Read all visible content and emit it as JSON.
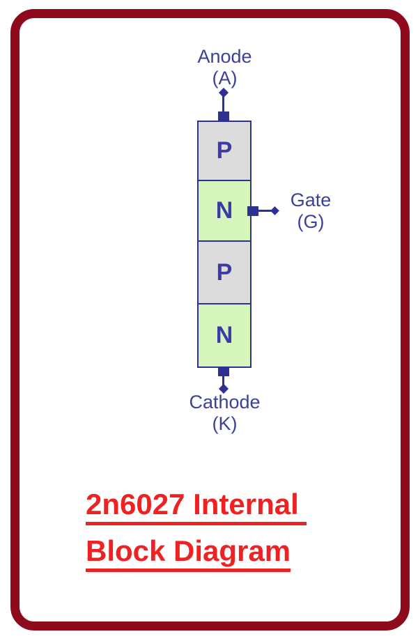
{
  "title": {
    "line1": "2n6027 Internal ",
    "line2": "Block Diagram"
  },
  "diagram": {
    "terminals": {
      "anode": {
        "label": "Anode",
        "symbol": "(A)"
      },
      "gate": {
        "label": "Gate",
        "symbol": "(G)"
      },
      "cathode": {
        "label": "Cathode",
        "symbol": "(K)"
      }
    },
    "layers": [
      {
        "label": "P",
        "type": "p"
      },
      {
        "label": "N",
        "type": "n"
      },
      {
        "label": "P",
        "type": "p"
      },
      {
        "label": "N",
        "type": "n"
      }
    ]
  },
  "colors": {
    "frame-red": "#8e0b1d",
    "title-red": "#ee2222",
    "navy": "#2e3192",
    "letter-blue": "#3b3ba6",
    "label-blue": "#3b4099",
    "gray-fill": "#dcdcdc",
    "green-fill": "#d6f5bd"
  }
}
